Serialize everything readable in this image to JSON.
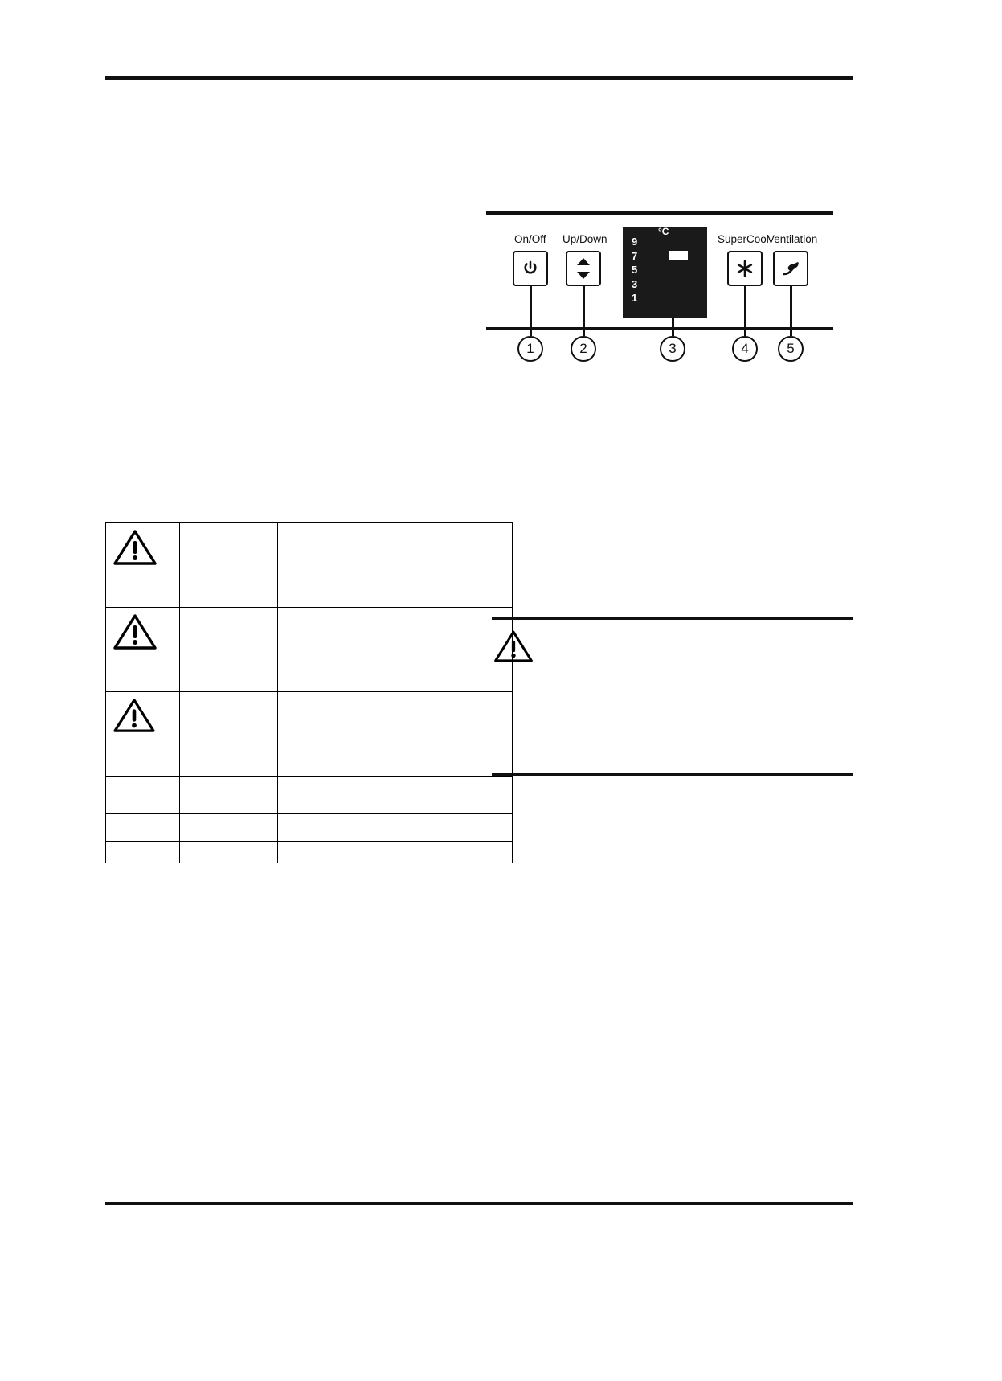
{
  "document": {
    "type": "appliance-manual-page",
    "page_background": "#ffffff",
    "ink_color": "#111111"
  },
  "control_panel": {
    "title": "",
    "labels": {
      "on_off": "On/Off",
      "up_down": "Up/Down",
      "supercool": "SuperCool",
      "ventilation": "Ventilation"
    },
    "display": {
      "unit": "°C",
      "scale_values": [
        "9",
        "7",
        "5",
        "3",
        "1"
      ],
      "segment_lit": true,
      "background": "#1a1a1a",
      "foreground": "#ffffff"
    },
    "callouts": [
      {
        "number": "1",
        "target": "on-off-button"
      },
      {
        "number": "2",
        "target": "up-down-button"
      },
      {
        "number": "3",
        "target": "temperature-display"
      },
      {
        "number": "4",
        "target": "supercool-button"
      },
      {
        "number": "5",
        "target": "ventilation-button"
      }
    ],
    "buttons": [
      {
        "id": "on-off",
        "icon": "power-icon",
        "label": "On/Off"
      },
      {
        "id": "up-down",
        "icon": "up-down-arrows-icon",
        "label": "Up/Down"
      },
      {
        "id": "supercool",
        "icon": "snowflake-icon",
        "label": "SuperCool"
      },
      {
        "id": "ventilation",
        "icon": "fan-icon",
        "label": "Ventilation"
      }
    ]
  },
  "table": {
    "columns": [
      "",
      "",
      ""
    ],
    "rows": [
      {
        "icon": "warning-triangle-icon",
        "col2": "",
        "col3": ""
      },
      {
        "icon": "warning-triangle-icon",
        "col2": "",
        "col3": ""
      },
      {
        "icon": "warning-triangle-icon",
        "col2": "",
        "col3": ""
      },
      {
        "icon": "",
        "col2": "",
        "col3": ""
      }
    ]
  },
  "table_footer": {
    "rows": [
      {
        "icon": "",
        "col2": "",
        "col3": ""
      }
    ]
  },
  "note": {
    "icon": "warning-triangle-icon",
    "text": ""
  }
}
